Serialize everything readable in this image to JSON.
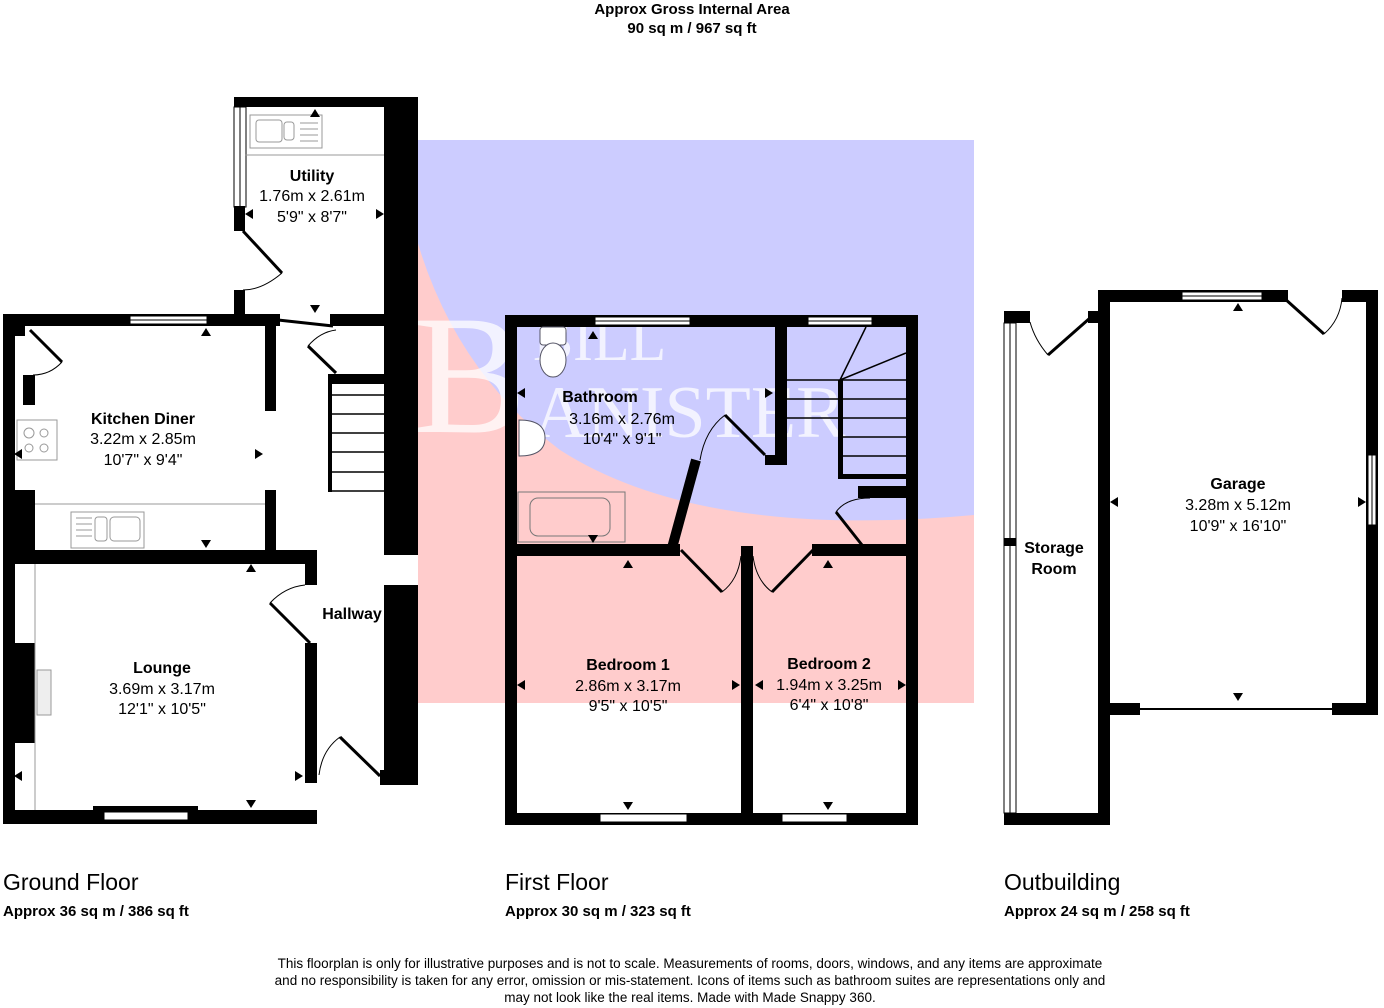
{
  "header": {
    "title": "Approx Gross Internal Area",
    "total_area": "90 sq m / 967 sq ft"
  },
  "watermark": {
    "text_line1": "BILL",
    "text_line2": "BANISTER",
    "colors": {
      "blue": "#ccccff",
      "red": "#ffcccc",
      "text": "#ffffff"
    }
  },
  "floors": [
    {
      "name": "Ground Floor",
      "area": "Approx 36 sq m / 386 sq ft",
      "rooms": [
        {
          "name": "Utility",
          "metric": "1.76m x 2.61m",
          "imperial": "5'9\" x 8'7\""
        },
        {
          "name": "Kitchen Diner",
          "metric": "3.22m x 2.85m",
          "imperial": "10'7\" x 9'4\""
        },
        {
          "name": "Hallway",
          "metric": "",
          "imperial": ""
        },
        {
          "name": "Lounge",
          "metric": "3.69m x 3.17m",
          "imperial": "12'1\" x 10'5\""
        }
      ]
    },
    {
      "name": "First Floor",
      "area": "Approx 30 sq m / 323 sq ft",
      "rooms": [
        {
          "name": "Bathroom",
          "metric": "3.16m x 2.76m",
          "imperial": "10'4\" x 9'1\""
        },
        {
          "name": "Bedroom 1",
          "metric": "2.86m x 3.17m",
          "imperial": "9'5\" x 10'5\""
        },
        {
          "name": "Bedroom 2",
          "metric": "1.94m x 3.25m",
          "imperial": "6'4\" x 10'8\""
        }
      ]
    },
    {
      "name": "Outbuilding",
      "area": "Approx 24 sq m / 258 sq ft",
      "rooms": [
        {
          "name_line1": "Storage",
          "name_line2": "Room"
        },
        {
          "name": "Garage",
          "metric": "3.28m x 5.12m",
          "imperial": "10'9\" x 16'10\""
        }
      ]
    }
  ],
  "disclaimer": {
    "line1": "This floorplan is only for illustrative purposes and is not to scale. Measurements of rooms, doors, windows, and any items are approximate",
    "line2": "and no responsibility is taken for any error, omission or mis-statement. Icons of items such as bathroom suites are representations only and",
    "line3": "may not look like the real items. Made with Made Snappy 360."
  }
}
